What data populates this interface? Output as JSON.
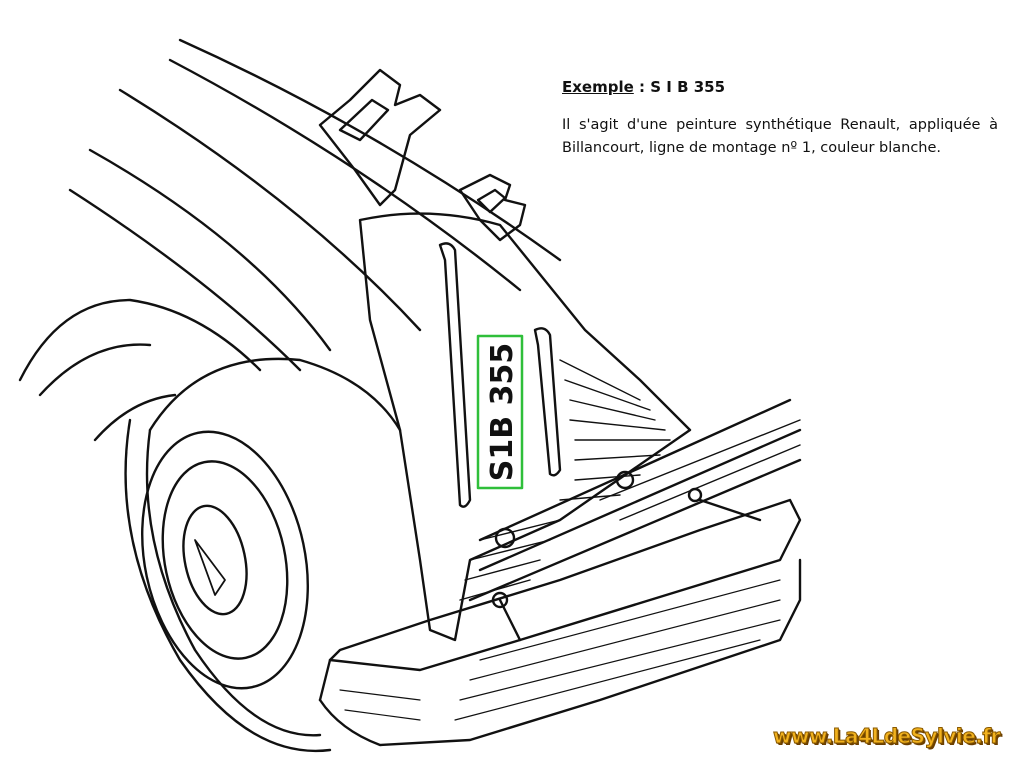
{
  "caption": {
    "example_label": "Exemple",
    "example_sep": ":",
    "example_code": "S I B 355",
    "body": "Il s'agit d'une peinture synthétique Renault, appliquée à Billancourt, ligne de montage nº 1, couleur blanche."
  },
  "plate": {
    "code": "S1B 355",
    "highlight_color": "#2fbf3a"
  },
  "watermark": {
    "text": "www.La4LdeSylvie.fr",
    "color": "#f2b21e"
  }
}
